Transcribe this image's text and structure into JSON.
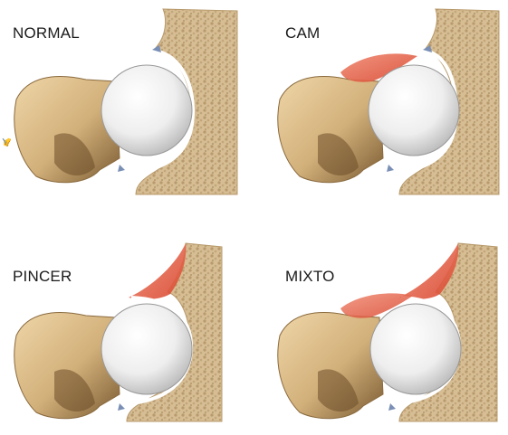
{
  "panels": [
    {
      "label": "NORMAL",
      "cam": false,
      "pincer": false
    },
    {
      "label": "CAM",
      "cam": true,
      "pincer": false
    },
    {
      "label": "PINCER",
      "cam": false,
      "pincer": true
    },
    {
      "label": "MIXTO",
      "cam": true,
      "pincer": true
    }
  ],
  "colors": {
    "bone_outer": "#d9c19a",
    "bone_trabecular": "#cdb48a",
    "femur_light": "#e8cfa2",
    "femur_dark": "#8a6a3e",
    "head_white": "#f4f4f4",
    "head_shadow": "#bdbdbd",
    "lesion_red": "#e0604a",
    "labrum_blue": "#7a8fb5"
  }
}
